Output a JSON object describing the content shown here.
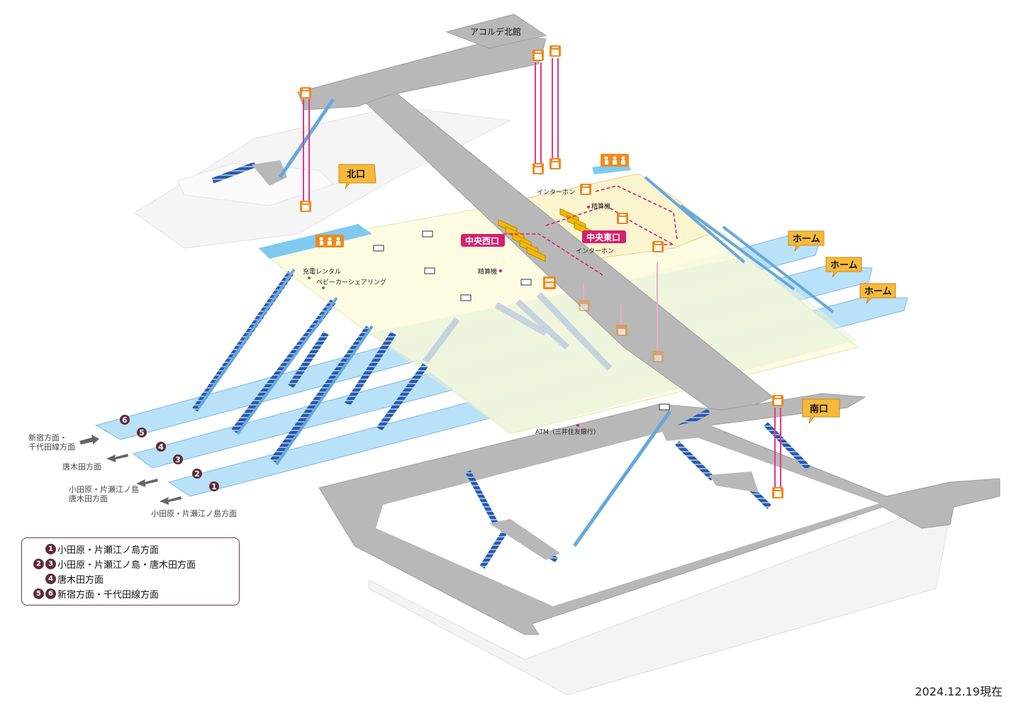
{
  "building": {
    "name": "アコルデ北館"
  },
  "callouts": {
    "north": "北口",
    "south": "南口",
    "home": [
      "ホーム",
      "ホーム",
      "ホーム"
    ]
  },
  "exits": {
    "west": "中央西口",
    "east": "中央東口"
  },
  "facilities": {
    "intercom_top": "インターホン",
    "fare_machine_top": "精算機",
    "intercom_bottom": "インターホン",
    "fare_machine_west": "精算機",
    "charging_rental": "充電レンタル",
    "stroller_share": "ベビーカーシェアリング",
    "atm": "ATM（三井住友銀行）"
  },
  "platforms": [
    "6",
    "5",
    "4",
    "3",
    "2",
    "1"
  ],
  "directions": [
    {
      "text": "新宿方面・\n千代田線方面"
    },
    {
      "text": "唐木田方面"
    },
    {
      "text": "小田原・片瀬江ノ島\n唐木田方面"
    },
    {
      "text": "小田原・片瀬江ノ島方面"
    }
  ],
  "legend": [
    {
      "nums": [
        "1"
      ],
      "text": "小田原・片瀬江ノ島方面"
    },
    {
      "nums": [
        "2",
        "3"
      ],
      "text": "小田原・片瀬江ノ島・唐木田方面"
    },
    {
      "nums": [
        "4"
      ],
      "text": "唐木田方面"
    },
    {
      "nums": [
        "5",
        "6"
      ],
      "text": "新宿方面・千代田線方面"
    }
  ],
  "timestamp": "2024.12.19現在",
  "colors": {
    "walkway": "#b8b8b8",
    "concourse": "#fdfbe0",
    "platform": "#b9e1f7",
    "stairs": "#2a59a8",
    "escalator": "#66a8dd",
    "elevator": "#e0398a",
    "exit": "#d4206e",
    "callout": "#f6b93b",
    "icon": "#f08a1c",
    "legend_num": "#5e2c3c"
  }
}
